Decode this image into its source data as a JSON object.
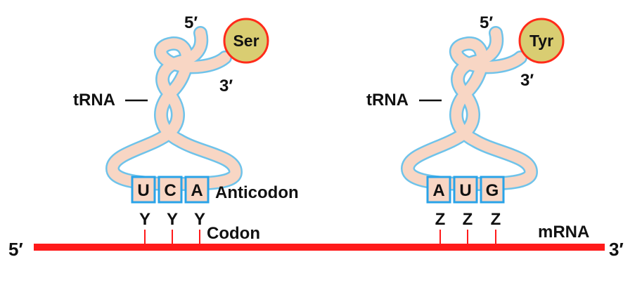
{
  "colors": {
    "mrna_strand": "#ff1a1a",
    "trna_fill": "#f8d6c4",
    "trna_outline": "#6fc3ea",
    "amino_acid_fill": "#d9cd72",
    "amino_acid_outline": "#ff2b1a",
    "base_box_fill": "#f8d6c4",
    "base_box_outline": "#2aa3e8",
    "text": "#111111"
  },
  "mrna": {
    "label": "mRNA",
    "end_5": "5′",
    "end_3": "3′"
  },
  "trnas": [
    {
      "label": "tRNA",
      "amino_acid": "Ser",
      "end_5": "5′",
      "end_3": "3′",
      "anticodon": [
        "U",
        "C",
        "A"
      ],
      "anticodon_label": "Anticodon",
      "codon": [
        "Y",
        "Y",
        "Y"
      ],
      "codon_label": "Codon"
    },
    {
      "label": "tRNA",
      "amino_acid": "Tyr",
      "end_5": "5′",
      "end_3": "3′",
      "anticodon": [
        "A",
        "U",
        "G"
      ],
      "codon": [
        "Z",
        "Z",
        "Z"
      ]
    }
  ]
}
